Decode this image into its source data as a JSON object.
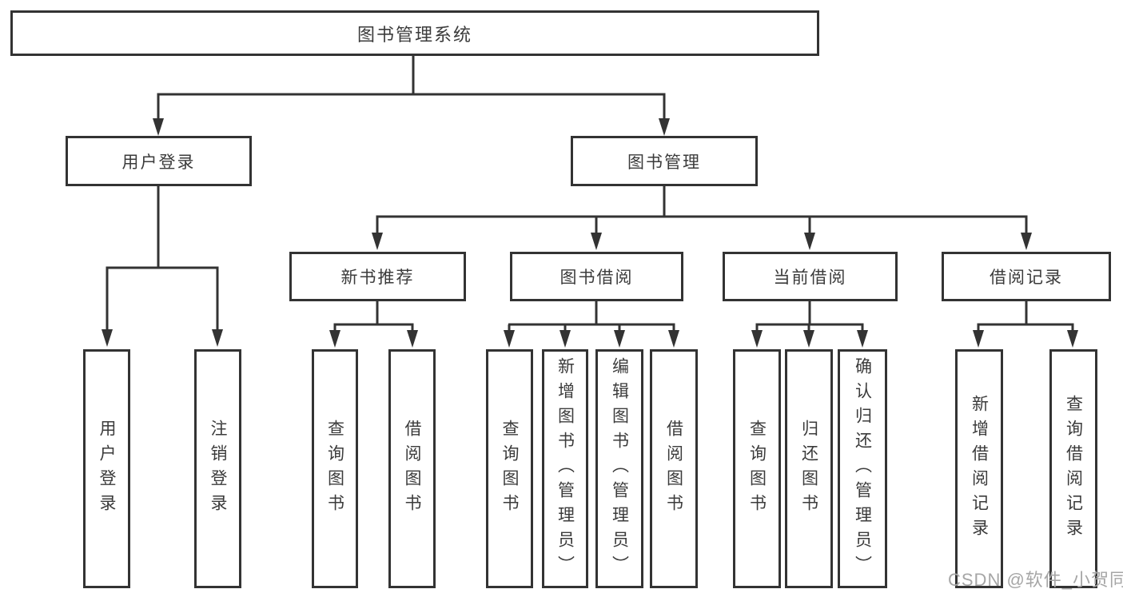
{
  "colors": {
    "line": "#333333",
    "text": "#3b3b3b",
    "watermark": "#a6a6a6",
    "background": "#ffffff"
  },
  "watermark": "CSDN @软件_小贺同学",
  "tree": {
    "label": "图书管理系统",
    "children": [
      {
        "label": "用户登录",
        "children": [
          {
            "label": "用户登录"
          },
          {
            "label": "注销登录"
          }
        ]
      },
      {
        "label": "图书管理",
        "children": [
          {
            "label": "新书推荐",
            "children": [
              {
                "label": "查询图书"
              },
              {
                "label": "借阅图书"
              }
            ]
          },
          {
            "label": "图书借阅",
            "children": [
              {
                "label": "查询图书"
              },
              {
                "label": "新增图书（管理员）"
              },
              {
                "label": "编辑图书（管理员）"
              },
              {
                "label": "借阅图书"
              }
            ]
          },
          {
            "label": "当前借阅",
            "children": [
              {
                "label": "查询图书"
              },
              {
                "label": "归还图书"
              },
              {
                "label": "确认归还（管理员）"
              }
            ]
          },
          {
            "label": "借阅记录",
            "children": [
              {
                "label": "新增借阅记录"
              },
              {
                "label": "查询借阅记录"
              }
            ]
          }
        ]
      }
    ]
  }
}
